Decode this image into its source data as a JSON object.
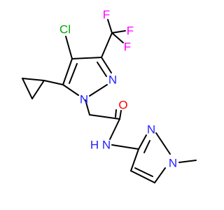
{
  "molecule": {
    "colors": {
      "bond": "#000000",
      "N": "#2222ff",
      "O": "#ff0000",
      "F": "#ff00ff",
      "Cl": "#00aa00",
      "background": "#ffffff"
    },
    "labels": {
      "cl": "Cl",
      "f_top": "F",
      "f_right": "F",
      "f_lower": "F",
      "n_ring_upper": "N",
      "n_ring_lower": "N",
      "o_carbonyl": "O",
      "nh_amide": "N",
      "h_amide": "H",
      "n_pz2_upper": "N",
      "n_pz2_methyl": "N"
    }
  }
}
